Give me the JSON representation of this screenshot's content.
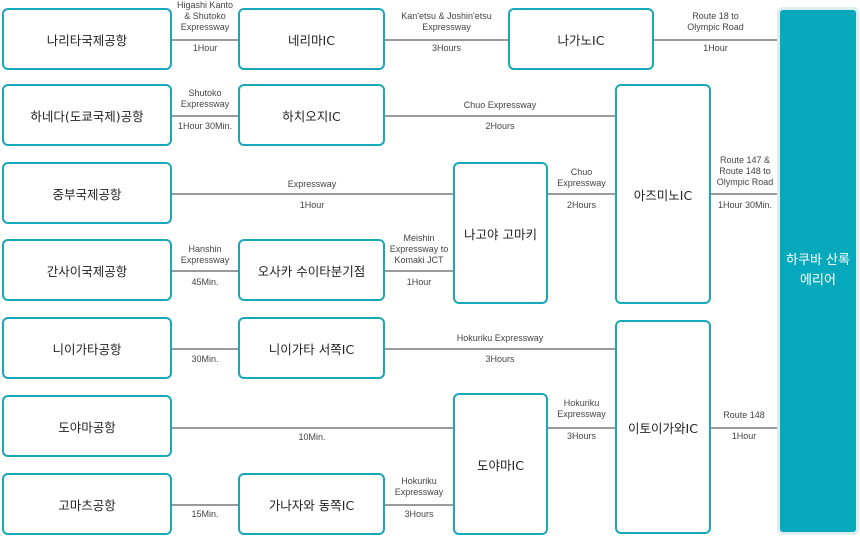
{
  "boxes": {
    "narita": "나리타국제공항",
    "nerima": "네리마IC",
    "nagano": "나가노IC",
    "haneda": "하네다(도쿄국제)공항",
    "hachioji": "하치오지IC",
    "chubu": "중부국제공항",
    "nagoya": "나고야 고마키",
    "azumino": "아즈미노IC",
    "kansai": "간사이국제공항",
    "osaka": "오사카 수이타분기점",
    "niigata": "니이가타공항",
    "niigata_nishi": "니이가타 서쪽IC",
    "itoigawa": "이토이가와IC",
    "toyama_air": "도야마공항",
    "toyama": "도야마IC",
    "komatsu": "고마츠공항",
    "kanazawa": "가나자와 동쪽IC"
  },
  "destination": [
    "하쿠바 산록",
    "에리어"
  ],
  "routes": {
    "narita_nerima": "Higashi Kanto\n& Shutoko\nExpressway",
    "narita_nerima_time": "1Hour",
    "nerima_nagano": "Kan'etsu & Joshin'etsu\nExpressway",
    "nerima_nagano_time": "3Hours",
    "nagano_dest": "Route 18 to\nOlympic Road",
    "nagano_dest_time": "1Hour",
    "haneda_hachioji": "Shutoko\nExpressway",
    "haneda_hachioji_time": "1Hour 30Min.",
    "hachioji_azumino": "Chuo Expressway",
    "hachioji_azumino_time": "2Hours",
    "chubu_nagoya": "Expressway",
    "chubu_nagoya_time": "1Hour",
    "nagoya_azumino": "Chuo\nExpressway",
    "nagoya_azumino_time": "2Hours",
    "azumino_dest": "Route 147 &\nRoute 148 to\nOlympic Road",
    "azumino_dest_time": "1Hour 30Min.",
    "kansai_osaka": "Hanshin\nExpressway",
    "kansai_osaka_time": "45Min.",
    "osaka_nagoya": "Meishin\nExpressway to\nKomaki JCT",
    "osaka_nagoya_time": "1Hour",
    "niigata_nishi_time": "30Min.",
    "nishi_itoigawa": "Hokuriku Expressway",
    "nishi_itoigawa_time": "3Hours",
    "toyama_air_time": "10Min.",
    "toyama_itoigawa": "Hokuriku\nExpressway",
    "toyama_itoigawa_time": "3Hours",
    "itoigawa_dest": "Route 148",
    "itoigawa_dest_time": "1Hour",
    "komatsu_kanazawa_time": "15Min.",
    "kanazawa_toyama": "Hokuriku\nExpressway",
    "kanazawa_toyama_time": "3Hours"
  },
  "colors": {
    "box_border": "#19a7ba",
    "destination_fill": "#05a9bb",
    "line": "#9a9a9a"
  }
}
